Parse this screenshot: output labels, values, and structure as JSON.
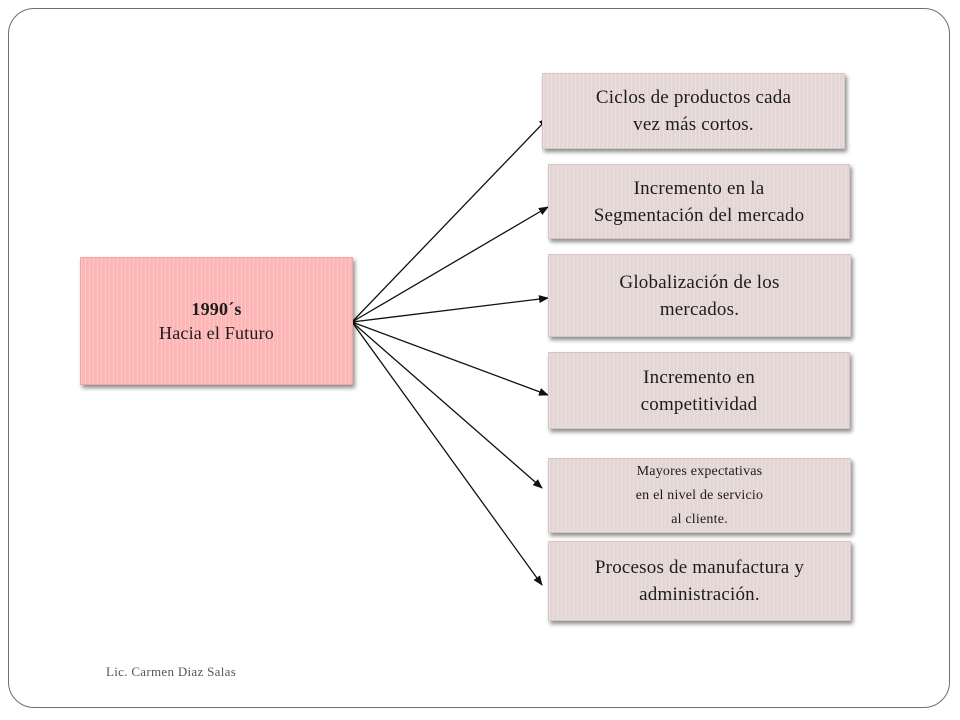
{
  "center": {
    "title": "1990´s",
    "subtitle": "Hacia el Futuro"
  },
  "items": [
    {
      "lines": [
        "Ciclos de productos cada",
        "vez más cortos."
      ]
    },
    {
      "lines": [
        "Incremento en la",
        "Segmentación del mercado"
      ]
    },
    {
      "lines": [
        "Globalización de los",
        "mercados."
      ]
    },
    {
      "lines": [
        "Incremento en",
        "competitividad"
      ]
    },
    {
      "lines": [
        "Mayores expectativas",
        "en el nivel de servicio",
        "al cliente."
      ]
    },
    {
      "lines": [
        "Procesos de manufactura y",
        "administración."
      ]
    }
  ],
  "footer": "Lic. Carmen Diaz Salas",
  "colors": {
    "center_fill": "#fdb5b5",
    "item_fill": "#e5d6d6",
    "connector": "#111111",
    "frame": "#6f6f6f"
  }
}
